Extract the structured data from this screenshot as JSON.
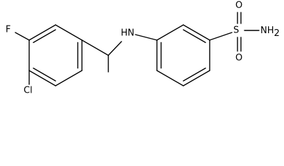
{
  "structure": {
    "labels": {
      "fluorine": "F",
      "chlorine": "Cl",
      "amine": "HN",
      "sulfur": "S",
      "oxygen_top": "O",
      "oxygen_bottom": "O",
      "sulfonamide_n": "NH",
      "sulfonamide_n_subscript": "2"
    },
    "colors": {
      "bond": "#000000",
      "label": "#000000",
      "background": "#ffffff"
    }
  }
}
